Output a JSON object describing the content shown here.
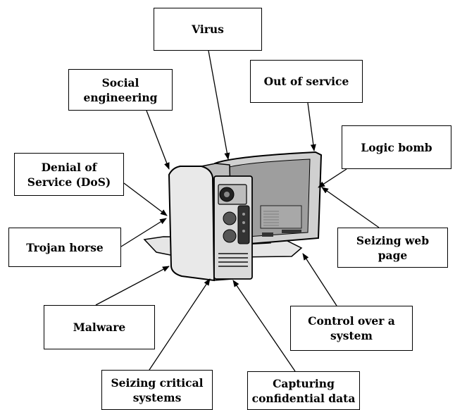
{
  "labels": {
    "virus": "Virus",
    "out_of_service": "Out of service",
    "social_engineering": "Social\nengineering",
    "logic_bomb": "Logic bomb",
    "denial_of_service": "Denial of\nService (DoS)",
    "trojan_horse": "Trojan horse",
    "seizing_web_page": "Seizing web\npage",
    "malware": "Malware",
    "control_over_system": "Control over a\nsystem",
    "seizing_critical_systems": "Seizing critical\nsystems",
    "capturing_confidential_data": "Capturing\nconfidential data"
  },
  "monitor": {
    "screen_label": "",
    "badge_text": ""
  }
}
